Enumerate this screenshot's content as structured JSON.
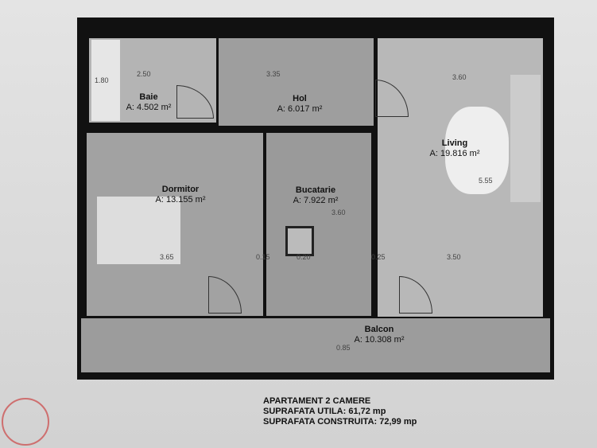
{
  "rooms": {
    "baie": {
      "name": "Baie",
      "area": "A: 4.502 m²"
    },
    "hol": {
      "name": "Hol",
      "area": "A: 6.017 m²"
    },
    "living": {
      "name": "Living",
      "area": "A: 19.816 m²"
    },
    "dormitor": {
      "name": "Dormitor",
      "area": "A: 13.155 m²"
    },
    "bucatarie": {
      "name": "Bucatarie",
      "area": "A: 7.922 m²"
    },
    "balcon": {
      "name": "Balcon",
      "area": "A: 10.308 m²"
    }
  },
  "dimensions": [
    "2.50",
    "1.80",
    "3.35",
    "3.60",
    "5.55",
    "3.65",
    "3.60",
    "3.50",
    "0.85",
    "0.25",
    "0.15",
    "0.20"
  ],
  "caption": {
    "line1": "APARTAMENT 2 CAMERE",
    "line2": "SUPRAFATA UTILA: 61,72 mp",
    "line3": "SUPRAFATA CONSTRUITA: 72,99 mp"
  }
}
